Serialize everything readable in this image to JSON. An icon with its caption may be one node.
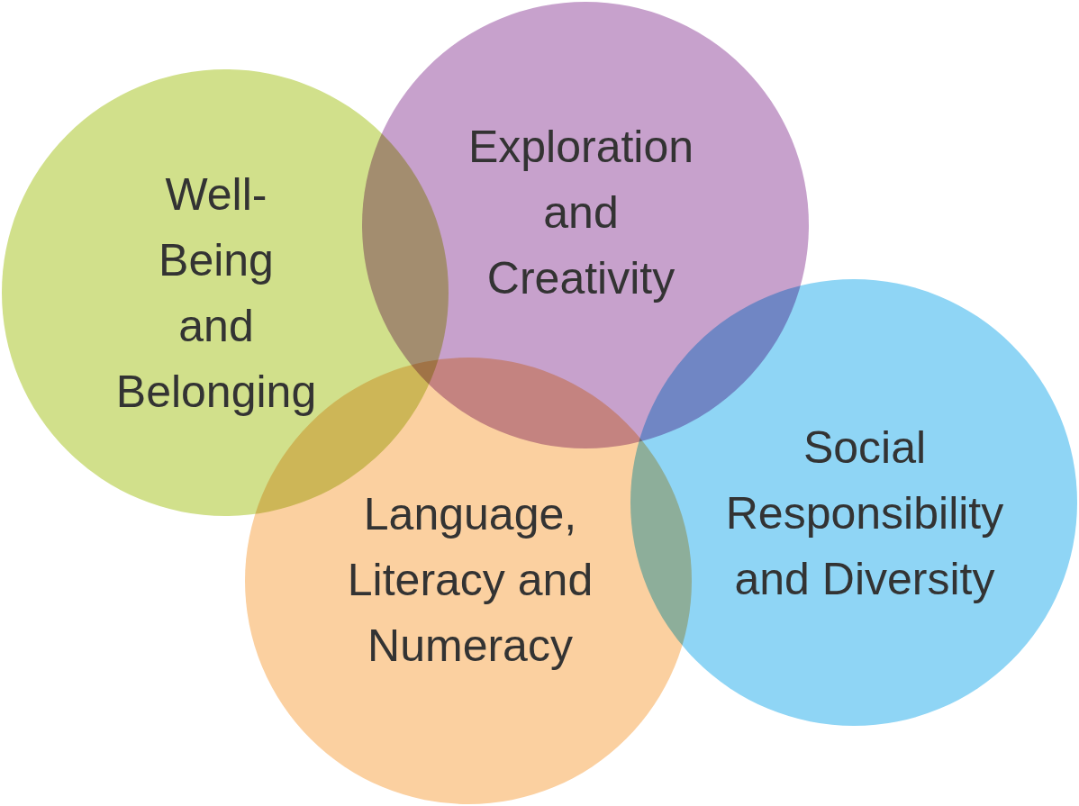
{
  "diagram": {
    "nodes": [
      {
        "text": [
          "Well-Being and Belonging"
        ]
      },
      {
        "text": [
          "Exploration and Creativity"
        ]
      },
      {
        "text": [
          "Language, Literacy and Numeracy"
        ]
      },
      {
        "text": [
          "Social Responsibility and Diversity"
        ]
      }
    ]
  }
}
